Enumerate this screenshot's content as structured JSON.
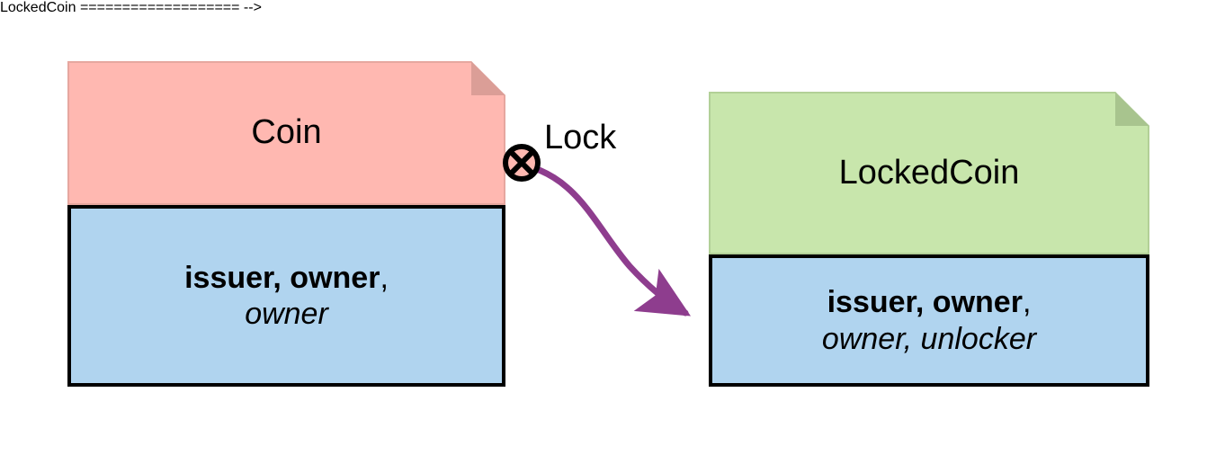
{
  "diagram": {
    "type": "uml-object-diagram",
    "background": "#ffffff",
    "nodes": [
      {
        "id": "coin",
        "header_label": "Coin",
        "header_fill": "#ffb8b1",
        "header_fold_fill": "#db9e97",
        "header_border": "#e6a79f",
        "body_fill": "#b0d4ef",
        "body_border": "#000000",
        "attributes_bold": "issuer, owner",
        "attributes_bold_trailing": ",",
        "attributes_italic": "owner"
      },
      {
        "id": "lockedcoin",
        "header_label": "LockedCoin",
        "header_fill": "#c8e6ac",
        "header_fold_fill": "#a8c48e",
        "header_border": "#b2d097",
        "body_fill": "#b0d4ef",
        "body_border": "#000000",
        "attributes_bold": "issuer, owner",
        "attributes_bold_trailing": ",",
        "attributes_italic": "owner, unlocker"
      }
    ],
    "edge": {
      "label": "Lock",
      "color": "#8e3d8e",
      "source_marker": "circle-cross-icon",
      "source_marker_fill": "#ffb8b1",
      "source_marker_stroke": "#000000",
      "target_marker": "filled-arrowhead",
      "from": "coin",
      "to": "lockedcoin"
    }
  }
}
